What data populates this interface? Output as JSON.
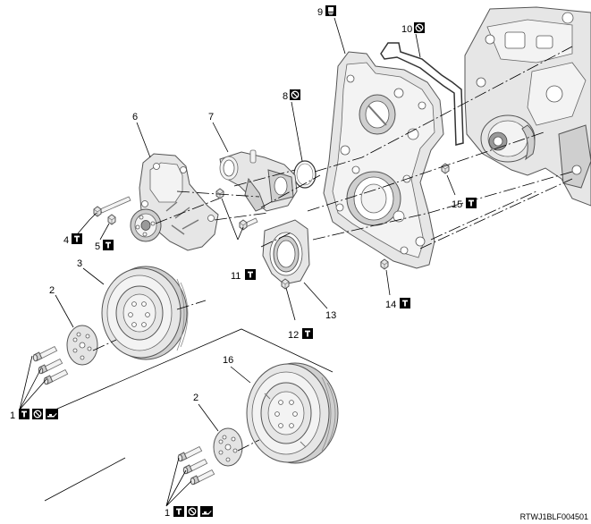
{
  "diagram": {
    "code": "RTWJ1BLF004501",
    "callouts": [
      {
        "id": "1a",
        "label": "1"
      },
      {
        "id": "1b",
        "label": "1"
      },
      {
        "id": "2a",
        "label": "2"
      },
      {
        "id": "2b",
        "label": "2"
      },
      {
        "id": "3",
        "label": "3"
      },
      {
        "id": "4",
        "label": "4"
      },
      {
        "id": "5",
        "label": "5"
      },
      {
        "id": "6",
        "label": "6"
      },
      {
        "id": "7",
        "label": "7"
      },
      {
        "id": "8",
        "label": "8"
      },
      {
        "id": "9",
        "label": "9"
      },
      {
        "id": "10",
        "label": "10"
      },
      {
        "id": "11",
        "label": "11"
      },
      {
        "id": "12",
        "label": "12"
      },
      {
        "id": "13",
        "label": "13"
      },
      {
        "id": "14",
        "label": "14"
      },
      {
        "id": "15",
        "label": "15"
      },
      {
        "id": "16",
        "label": "16"
      }
    ],
    "symbols": {
      "torque": "torque-icon",
      "no_reuse": "do-not-reuse-icon",
      "lubricate": "oil-can-icon",
      "liquid_gasket": "liquid-gasket-icon"
    }
  }
}
